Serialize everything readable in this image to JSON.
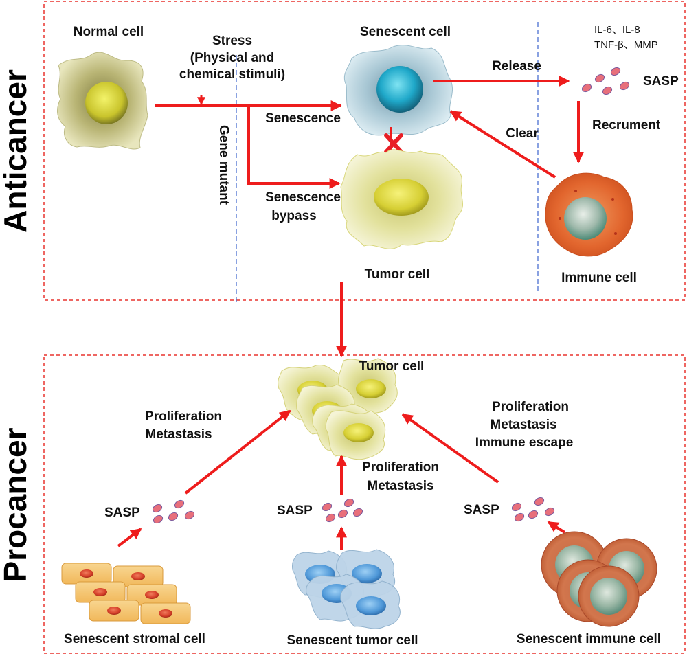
{
  "colors": {
    "arrow": "#ee1c1c",
    "box_border": "#e8332f",
    "divider": "#4a6fd1",
    "normal_cell": "#d7d59a",
    "senescent_cell": "#b9d6e2",
    "tumor_cell": "#e6e79d",
    "immune_cell": "#e0622e",
    "sasp_dot": "#e86f7b"
  },
  "sections": {
    "anticancer": {
      "title": "Anticancer"
    },
    "procancer": {
      "title": "Procancer"
    }
  },
  "labels": {
    "normal_cell": "Normal cell",
    "stress_1": "Stress",
    "stress_2": "(Physical and",
    "stress_3": "chemical stimuli)",
    "gene_mutant": "Gene mutant",
    "senescent_cell": "Senescent cell",
    "senescence": "Senescence",
    "senescence_bypass_1": "Senescence",
    "senescence_bypass_2": "bypass",
    "tumor_cell_top": "Tumor cell",
    "release": "Release",
    "clear": "Clear",
    "cytokines_1": "IL-6、IL-8",
    "cytokines_2": "TNF-β、MMP",
    "sasp_top": "SASP",
    "recruitment": "Recrument",
    "immune_cell": "Immune cell",
    "tumor_cell_bottom": "Tumor cell",
    "prolif_left_1": "Proliferation",
    "prolif_left_2": "Metastasis",
    "prolif_mid_1": "Proliferation",
    "prolif_mid_2": "Metastasis",
    "prolif_right_1": "Proliferation",
    "prolif_right_2": "Metastasis",
    "prolif_right_3": "Immune escape",
    "sasp_left": "SASP",
    "sasp_mid": "SASP",
    "sasp_right": "SASP",
    "senescent_stromal": "Senescent stromal cell",
    "senescent_tumor": "Senescent tumor cell",
    "senescent_immune": "Senescent immune cell"
  }
}
